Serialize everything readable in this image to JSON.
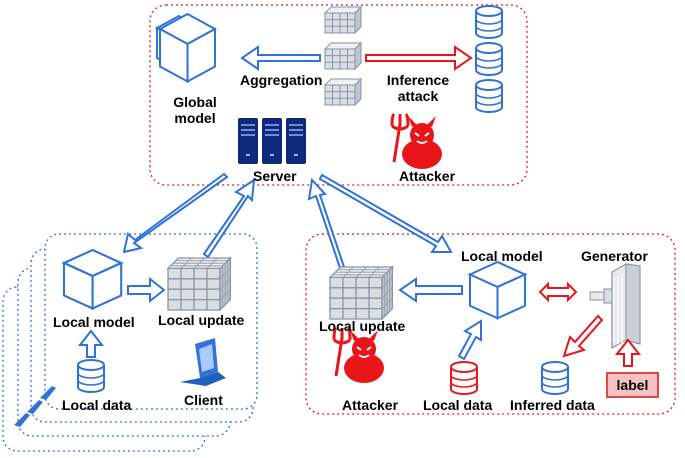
{
  "colors": {
    "blue": "#2f73d6",
    "red": "#e8161b",
    "server_navy": "#102a7a",
    "label_fill": "#f6c1c1"
  },
  "icons": {
    "cube": "cube-icon",
    "update": "grid-block-icon",
    "database": "database-icon",
    "server": "server-rack-icon",
    "attacker": "devil-icon",
    "client": "laptop-icon",
    "generator": "generator-panel-icon"
  },
  "server_region": {
    "global_model": "Global\nmodel",
    "aggregation": "Aggregation",
    "inference_attack": "Inference\nattack",
    "server": "Server",
    "attacker": "Attacker"
  },
  "client_region": {
    "local_model": "Local model",
    "local_update": "Local update",
    "local_data": "Local data",
    "client": "Client"
  },
  "attacker_region": {
    "local_model": "Local model",
    "generator": "Generator",
    "local_update": "Local update",
    "attacker": "Attacker",
    "local_data": "Local data",
    "inferred_data": "Inferred data",
    "label": "label"
  }
}
